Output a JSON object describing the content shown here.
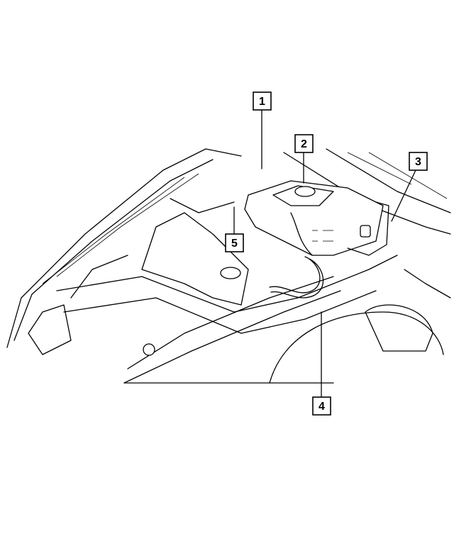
{
  "diagram": {
    "callouts": [
      {
        "label": "1"
      },
      {
        "label": "2"
      },
      {
        "label": "3"
      },
      {
        "label": "4"
      },
      {
        "label": "5"
      }
    ]
  }
}
